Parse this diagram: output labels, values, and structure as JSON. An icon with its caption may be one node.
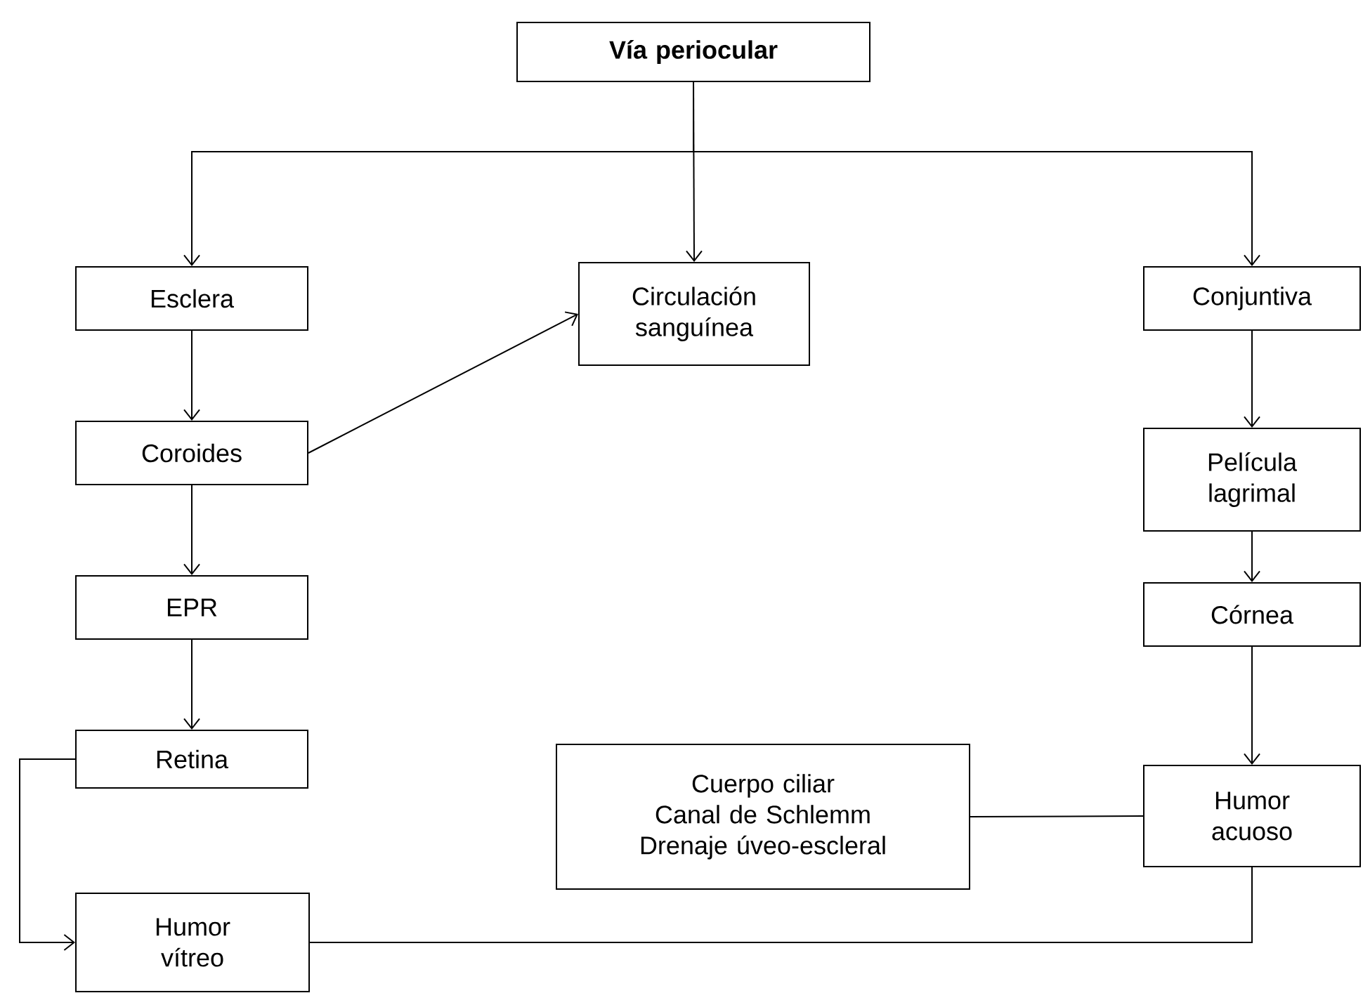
{
  "diagram": {
    "nodes": [
      {
        "text": [
          "Vía periocular"
        ]
      },
      {
        "text": [
          "Esclera"
        ]
      },
      {
        "text": [
          "Circulación sanguínea"
        ]
      },
      {
        "text": [
          "Conjuntiva"
        ]
      },
      {
        "text": [
          "Coroides"
        ]
      },
      {
        "text": [
          "Película lagrimal"
        ]
      },
      {
        "text": [
          "EPR"
        ]
      },
      {
        "text": [
          "Córnea"
        ]
      },
      {
        "text": [
          "Retina"
        ]
      },
      {
        "text": [
          "Cuerpo ciliar",
          "Canal de Schlemm",
          "Drenaje úveo-escleral"
        ]
      },
      {
        "text": [
          "Humor acuoso"
        ]
      },
      {
        "text": [
          "Humor vítreo"
        ]
      }
    ],
    "edges": [
      {
        "from": 0,
        "to": 1,
        "arrow": "to"
      },
      {
        "from": 0,
        "to": 2,
        "arrow": "to"
      },
      {
        "from": 0,
        "to": 3,
        "arrow": "to"
      },
      {
        "from": 1,
        "to": 4,
        "arrow": "to"
      },
      {
        "from": 4,
        "to": 2,
        "arrow": "to"
      },
      {
        "from": 4,
        "to": 6,
        "arrow": "to"
      },
      {
        "from": 6,
        "to": 8,
        "arrow": "to"
      },
      {
        "from": 8,
        "to": 11,
        "arrow": "to"
      },
      {
        "from": 3,
        "to": 5,
        "arrow": "to"
      },
      {
        "from": 5,
        "to": 7,
        "arrow": "to"
      },
      {
        "from": 7,
        "to": 10,
        "arrow": "to"
      },
      {
        "from": 9,
        "to": 10,
        "arrow": "none"
      },
      {
        "from": 10,
        "to": 11,
        "arrow": "none"
      }
    ]
  }
}
